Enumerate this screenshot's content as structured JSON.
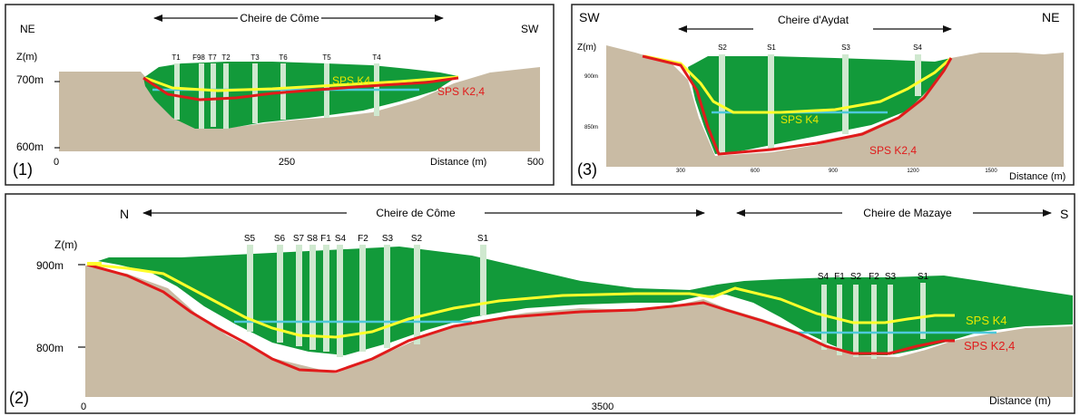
{
  "colors": {
    "ground": "#c9bba4",
    "fill": "#129a3a",
    "k4": "#ffff2b",
    "k24": "#e01b1b",
    "water": "#4ec9dc",
    "borehole": "#cfe8cf",
    "frame": "#222222"
  },
  "panels": {
    "p1": {
      "index": "(1)",
      "left": "NE",
      "right": "SW",
      "flow": "Cheire de Côme",
      "zlabel": "Z(m)",
      "z_hi": "700m",
      "z_lo": "600m",
      "ticks": [
        "0",
        "250",
        "500"
      ],
      "xlabel": "Distance (m)",
      "k4": "SPS K4",
      "k24": "SPS K2,4",
      "holes": [
        "T1",
        "F98",
        "T7",
        "T2",
        "T3",
        "T6",
        "T5",
        "T4"
      ]
    },
    "p3": {
      "index": "(3)",
      "left": "SW",
      "right": "NE",
      "flow": "Cheire d'Aydat",
      "zlabel": "Z(m)",
      "z_hi": "900m",
      "z_lo": "850m",
      "ticks": [
        "300",
        "600",
        "900",
        "1200",
        "1500"
      ],
      "xlabel": "Distance (m)",
      "k4": "SPS K4",
      "k24": "SPS K2,4",
      "holes": [
        "S2",
        "S1",
        "S3",
        "S4"
      ]
    },
    "p2": {
      "index": "(2)",
      "left": "N",
      "right": "S",
      "flow1": "Cheire de Côme",
      "flow2": "Cheire de Mazaye",
      "zlabel": "Z(m)",
      "z_hi": "900m",
      "z_lo": "800m",
      "ticks": [
        "0",
        "3500"
      ],
      "xlabel": "Distance (m)",
      "k4": "SPS K4",
      "k24": "SPS K2,4",
      "holes1": [
        "S5",
        "S6",
        "S7",
        "S8",
        "F1",
        "S4",
        "F2",
        "S3",
        "S2",
        "S1"
      ],
      "holes2": [
        "S4",
        "F1",
        "S2",
        "F2",
        "S3",
        "S1"
      ]
    }
  }
}
